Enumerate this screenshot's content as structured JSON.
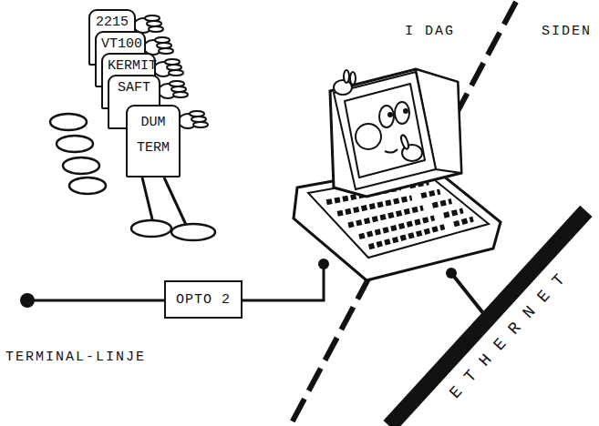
{
  "diagram": {
    "nodes": [
      {
        "text": [
          "2215"
        ]
      },
      {
        "text": [
          "VT100"
        ]
      },
      {
        "text": [
          "KERMIT"
        ]
      },
      {
        "text": [
          "SAFT"
        ]
      },
      {
        "text": [
          "DUM TERM"
        ]
      },
      {
        "text": [
          "OPTO 2"
        ]
      },
      {
        "text": [
          "ETHERNET"
        ]
      }
    ],
    "labels": [
      "I DAG",
      "SIDEN",
      "TERMINAL-LINJE"
    ]
  }
}
